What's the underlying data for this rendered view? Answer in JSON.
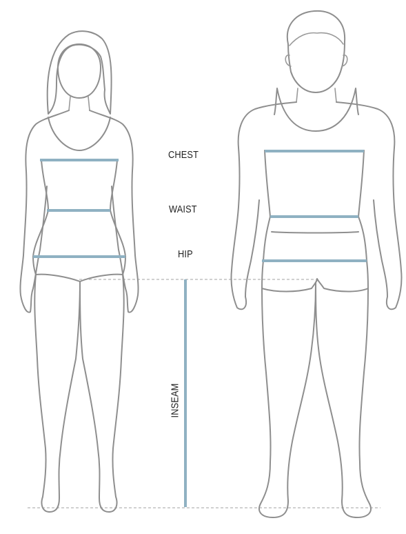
{
  "labels": {
    "chest": "CHEST",
    "waist": "WAIST",
    "hip": "HIP",
    "inseam": "INSEAM"
  },
  "colors": {
    "outline": "#8e8e8e",
    "measure_line": "#8fb1c2",
    "guide_line": "#b5b5b5",
    "text": "#222222"
  }
}
